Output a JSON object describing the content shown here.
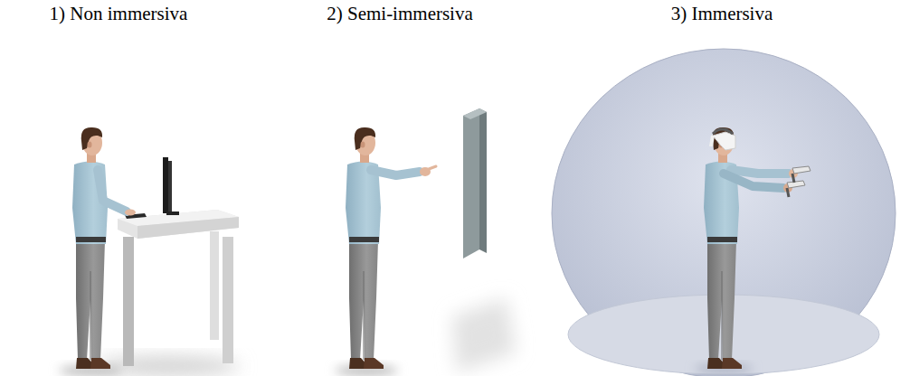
{
  "diagram": {
    "labels": [
      "1) Non immersiva",
      "2) Semi-immersiva",
      "3) Immersiva"
    ]
  }
}
